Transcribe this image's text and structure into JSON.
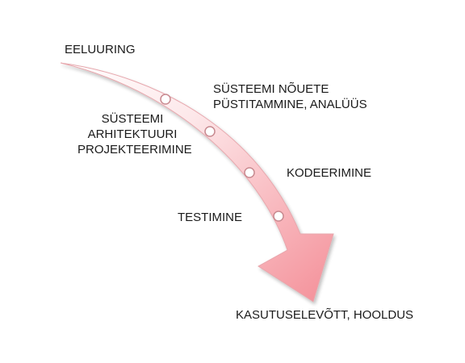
{
  "diagram": {
    "colors": {
      "arrow_fill_light": "#fde8ea",
      "arrow_fill_dark": "#f48f98",
      "arrow_stroke": "#e7a7ad",
      "node_fill": "#ffffff",
      "node_stroke": "#c88a90",
      "text": "#1a1a1a"
    },
    "stages": {
      "start": "EELUURING",
      "requirements_line1": "SÜSTEEMI NÕUETE",
      "requirements_line2": "PÜSTITAMMINE, ANALÜÜS",
      "architecture_line1": "SÜSTEEMI",
      "architecture_line2": "ARHITEKTUURI",
      "architecture_line3": "PROJEKTEERIMINE",
      "coding": "KODEERIMINE",
      "testing": "TESTIMINE",
      "end": "KASUTUSELEVÕTT, HOOLDUS"
    }
  }
}
